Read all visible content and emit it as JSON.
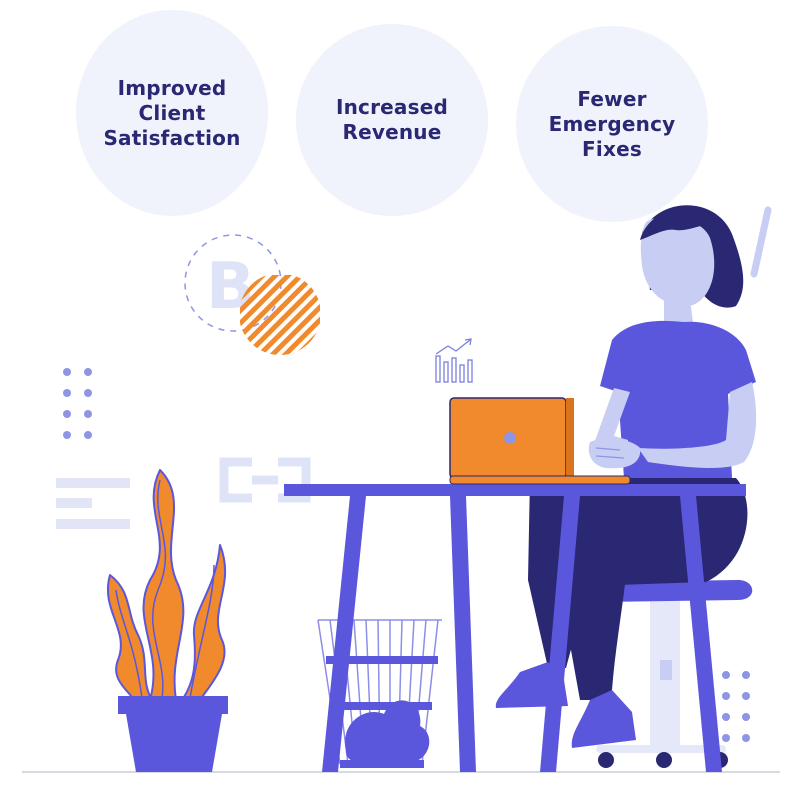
{
  "benefits": [
    {
      "label": "Improved\nClient\nSatisfaction"
    },
    {
      "label": "Increased\nRevenue"
    },
    {
      "label": "Fewer\nEmergency\nFixes"
    }
  ],
  "decor": {
    "b_letter": "B"
  },
  "colors": {
    "bubble": "#f0f3fb",
    "text": "#2a2773",
    "accent_purple": "#5b57dd",
    "accent_orange": "#f08a2c",
    "pale_blue": "#c8cdf4"
  },
  "icons": [
    "bar-chart-icon",
    "bitcoin-icon",
    "chain-link-icon",
    "text-lines-icon",
    "dot-grid-icon"
  ]
}
